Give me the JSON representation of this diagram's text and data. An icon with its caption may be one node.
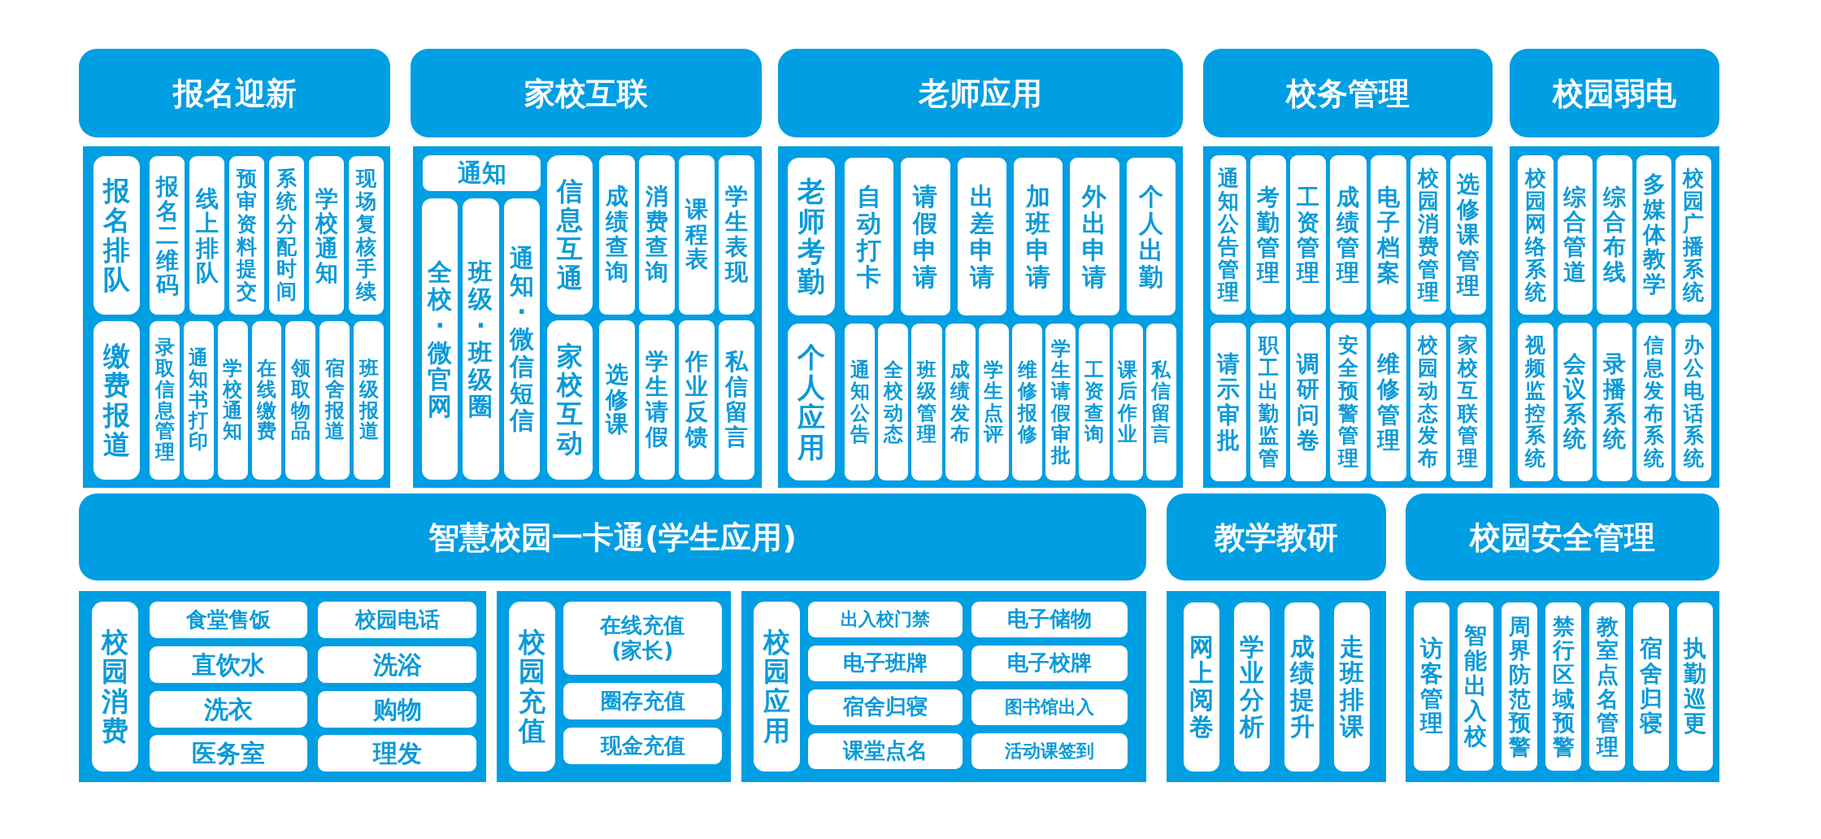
{
  "diagram": {
    "nodes": [
      {
        "text": [
          "报名迎新"
        ]
      },
      {
        "text": [],
        "shape": "box"
      },
      {
        "text": [
          "报名排队"
        ],
        "in": 1
      },
      {
        "text": [
          "报名二维码"
        ],
        "in": 1
      },
      {
        "text": [
          "线上排队"
        ],
        "in": 1
      },
      {
        "text": [
          "预审资料提交"
        ],
        "in": 1
      },
      {
        "text": [
          "系统分配时间"
        ],
        "in": 1
      },
      {
        "text": [
          "学校通知"
        ],
        "in": 1
      },
      {
        "text": [
          "现场复核手续"
        ],
        "in": 1
      },
      {
        "text": [
          "缴费报道"
        ],
        "in": 1
      },
      {
        "text": [
          "录取信息管理"
        ],
        "in": 1
      },
      {
        "text": [
          "通知书打印"
        ],
        "in": 1
      },
      {
        "text": [
          "学校通知"
        ],
        "in": 1
      },
      {
        "text": [
          "在线缴费"
        ],
        "in": 1
      },
      {
        "text": [
          "领取物品"
        ],
        "in": 1
      },
      {
        "text": [
          "宿舍报道"
        ],
        "in": 1
      },
      {
        "text": [
          "班级报道"
        ],
        "in": 1
      },
      {
        "text": [
          "家校互联"
        ]
      },
      {
        "text": [],
        "shape": "box"
      },
      {
        "text": [
          "通知"
        ],
        "in": 18
      },
      {
        "text": [
          "全校·微官网"
        ],
        "in": 18
      },
      {
        "text": [
          "班级·班级圈"
        ],
        "in": 18
      },
      {
        "text": [
          "通知·微信短信"
        ],
        "in": 18
      },
      {
        "text": [
          "信息互通"
        ],
        "in": 18
      },
      {
        "text": [
          "成绩查询"
        ],
        "in": 18
      },
      {
        "text": [
          "消费查询"
        ],
        "in": 18
      },
      {
        "text": [
          "课程表"
        ],
        "in": 18
      },
      {
        "text": [
          "学生表现"
        ],
        "in": 18
      },
      {
        "text": [
          "家校互动"
        ],
        "in": 18
      },
      {
        "text": [
          "选修课"
        ],
        "in": 18
      },
      {
        "text": [
          "学生请假"
        ],
        "in": 18
      },
      {
        "text": [
          "作业反馈"
        ],
        "in": 18
      },
      {
        "text": [
          "私信留言"
        ],
        "in": 18
      },
      {
        "text": [
          "老师应用"
        ]
      },
      {
        "text": [],
        "shape": "box"
      },
      {
        "text": [
          "老师考勤"
        ],
        "in": 34
      },
      {
        "text": [
          "自动打卡"
        ],
        "in": 34
      },
      {
        "text": [
          "请假申请"
        ],
        "in": 34
      },
      {
        "text": [
          "出差申请"
        ],
        "in": 34
      },
      {
        "text": [
          "加班申请"
        ],
        "in": 34
      },
      {
        "text": [
          "外出申请"
        ],
        "in": 34
      },
      {
        "text": [
          "个人出勤"
        ],
        "in": 34
      },
      {
        "text": [
          "个人应用"
        ],
        "in": 34
      },
      {
        "text": [
          "通知公告"
        ],
        "in": 34
      },
      {
        "text": [
          "全校动态"
        ],
        "in": 34
      },
      {
        "text": [
          "班级管理"
        ],
        "in": 34
      },
      {
        "text": [
          "成绩发布"
        ],
        "in": 34
      },
      {
        "text": [
          "学生点评"
        ],
        "in": 34
      },
      {
        "text": [
          "维修报修"
        ],
        "in": 34
      },
      {
        "text": [
          "学生请假审批"
        ],
        "in": 34
      },
      {
        "text": [
          "工资查询"
        ],
        "in": 34
      },
      {
        "text": [
          "课后作业"
        ],
        "in": 34
      },
      {
        "text": [
          "私信留言"
        ],
        "in": 34
      },
      {
        "text": [
          "校务管理"
        ]
      },
      {
        "text": [],
        "shape": "box"
      },
      {
        "text": [
          "通知公告管理"
        ],
        "in": 54
      },
      {
        "text": [
          "考勤管理"
        ],
        "in": 54
      },
      {
        "text": [
          "工资管理"
        ],
        "in": 54
      },
      {
        "text": [
          "成绩管理"
        ],
        "in": 54
      },
      {
        "text": [
          "电子档案"
        ],
        "in": 54
      },
      {
        "text": [
          "校园消费管理"
        ],
        "in": 54
      },
      {
        "text": [
          "选修课管理"
        ],
        "in": 54
      },
      {
        "text": [
          "请示审批"
        ],
        "in": 54
      },
      {
        "text": [
          "职工出勤监管"
        ],
        "in": 54
      },
      {
        "text": [
          "调研问卷"
        ],
        "in": 54
      },
      {
        "text": [
          "安全预警管理"
        ],
        "in": 54
      },
      {
        "text": [
          "维修管理"
        ],
        "in": 54
      },
      {
        "text": [
          "校园动态发布"
        ],
        "in": 54
      },
      {
        "text": [
          "家校互联管理"
        ],
        "in": 54
      },
      {
        "text": [
          "校园弱电"
        ]
      },
      {
        "text": [],
        "shape": "box"
      },
      {
        "text": [
          "校园网络系统"
        ],
        "in": 70
      },
      {
        "text": [
          "综合管道"
        ],
        "in": 70
      },
      {
        "text": [
          "综合布线"
        ],
        "in": 70
      },
      {
        "text": [
          "多媒体教学"
        ],
        "in": 70
      },
      {
        "text": [
          "校园广播系统"
        ],
        "in": 70
      },
      {
        "text": [
          "视频监控系统"
        ],
        "in": 70
      },
      {
        "text": [
          "会议系统"
        ],
        "in": 70
      },
      {
        "text": [
          "录播系统"
        ],
        "in": 70
      },
      {
        "text": [
          "信息发布系统"
        ],
        "in": 70
      },
      {
        "text": [
          "办公电话系统"
        ],
        "in": 70
      },
      {
        "text": [
          "智慧校园一卡通(学生应用)"
        ]
      },
      {
        "text": [],
        "shape": "box"
      },
      {
        "text": [
          "校园消费"
        ],
        "in": 82
      },
      {
        "text": [
          "食堂售饭"
        ],
        "in": 82
      },
      {
        "text": [
          "校园电话"
        ],
        "in": 82
      },
      {
        "text": [
          "直饮水"
        ],
        "in": 82
      },
      {
        "text": [
          "洗浴"
        ],
        "in": 82
      },
      {
        "text": [
          "洗衣"
        ],
        "in": 82
      },
      {
        "text": [
          "购物"
        ],
        "in": 82
      },
      {
        "text": [
          "医务室"
        ],
        "in": 82
      },
      {
        "text": [
          "理发"
        ],
        "in": 82
      },
      {
        "text": [],
        "shape": "box"
      },
      {
        "text": [
          "校园充值"
        ],
        "in": 92
      },
      {
        "text": [
          "在线充值(家长)"
        ],
        "in": 92
      },
      {
        "text": [
          "圈存充值"
        ],
        "in": 92
      },
      {
        "text": [
          "现金充值"
        ],
        "in": 92
      },
      {
        "text": [],
        "shape": "box"
      },
      {
        "text": [
          "校园应用"
        ],
        "in": 97
      },
      {
        "text": [
          "出入校门禁"
        ],
        "in": 97
      },
      {
        "text": [
          "电子储物"
        ],
        "in": 97
      },
      {
        "text": [
          "电子班牌"
        ],
        "in": 97
      },
      {
        "text": [
          "电子校牌"
        ],
        "in": 97
      },
      {
        "text": [
          "宿舍归寝"
        ],
        "in": 97
      },
      {
        "text": [
          "图书馆出入"
        ],
        "in": 97
      },
      {
        "text": [
          "课堂点名"
        ],
        "in": 97
      },
      {
        "text": [
          "活动课签到"
        ],
        "in": 97
      },
      {
        "text": [
          "教学教研"
        ]
      },
      {
        "text": [],
        "shape": "box"
      },
      {
        "text": [
          "网上阅卷"
        ],
        "in": 108
      },
      {
        "text": [
          "学业分析"
        ],
        "in": 108
      },
      {
        "text": [
          "成绩提升"
        ],
        "in": 108
      },
      {
        "text": [
          "走班排课"
        ],
        "in": 108
      },
      {
        "text": [
          "校园安全管理"
        ]
      },
      {
        "text": [],
        "shape": "box"
      },
      {
        "text": [
          "访客管理"
        ],
        "in": 114
      },
      {
        "text": [
          "智能出入校"
        ],
        "in": 114
      },
      {
        "text": [
          "周界防范预警"
        ],
        "in": 114
      },
      {
        "text": [
          "禁行区域预警"
        ],
        "in": 114
      },
      {
        "text": [
          "教室点名管理"
        ],
        "in": 114
      },
      {
        "text": [
          "宿舍归寝"
        ],
        "in": 114
      },
      {
        "text": [
          "执勤巡更"
        ],
        "in": 114
      }
    ]
  }
}
